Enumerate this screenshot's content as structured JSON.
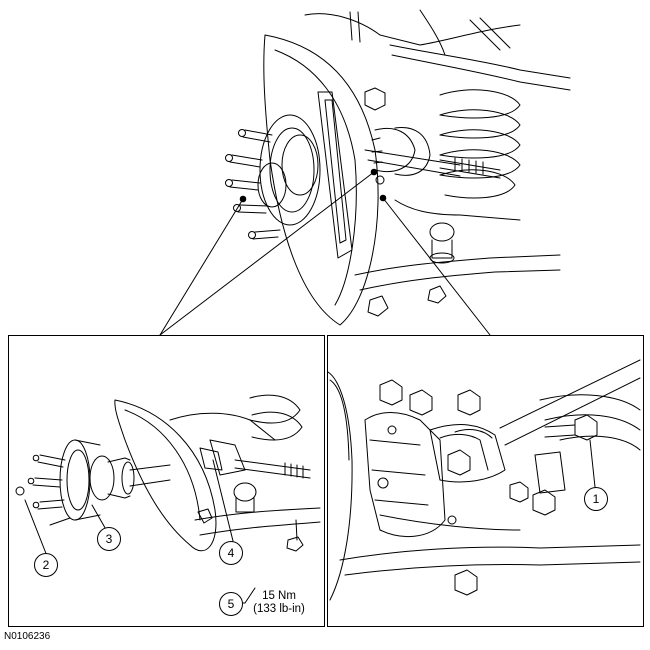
{
  "callouts": [
    {
      "number": "1"
    },
    {
      "number": "2"
    },
    {
      "number": "3"
    },
    {
      "number": "4"
    },
    {
      "number": "5"
    }
  ],
  "torque_spec": {
    "value": "15 Nm",
    "imperial": "(133 lb-in)"
  },
  "figure_id": "N0106236",
  "line_color": "#000000"
}
